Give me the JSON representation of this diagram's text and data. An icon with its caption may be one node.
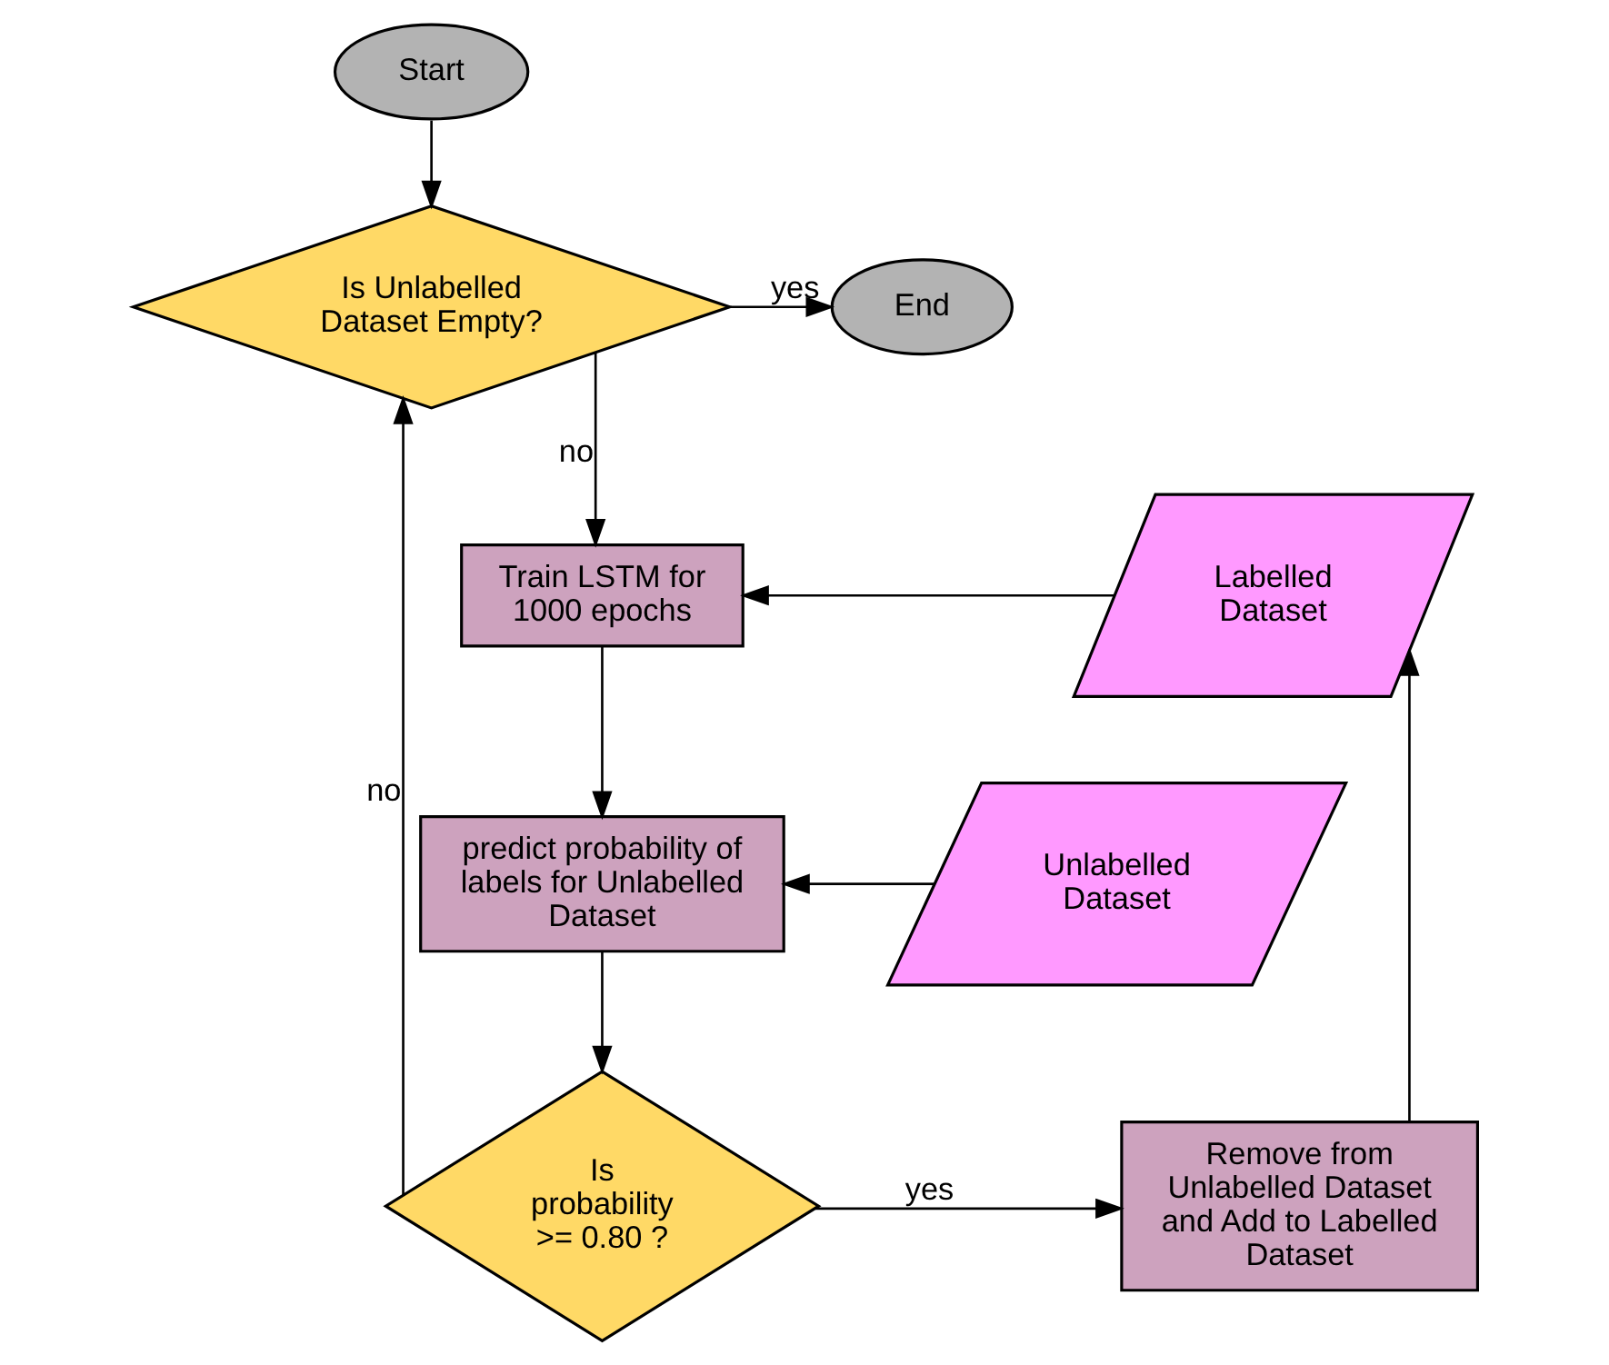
{
  "diagram": {
    "nodes": [
      {
        "text": [
          "Start"
        ]
      },
      {
        "text": [
          "Is Unlabelled Dataset Empty?"
        ]
      },
      {
        "text": [
          "End"
        ]
      },
      {
        "text": [
          "Train LSTM for 1000 epochs"
        ]
      },
      {
        "text": [
          "Labelled Dataset"
        ]
      },
      {
        "text": [
          "Unlabelled Dataset"
        ]
      },
      {
        "text": [
          "predict probability of labels for Unlabelled Dataset"
        ]
      },
      {
        "text": [
          "Is probability >= 0.80 ?"
        ]
      },
      {
        "text": [
          "Remove from Unlabelled Dataset and Add to Labelled Dataset"
        ]
      }
    ],
    "edges": [
      {
        "from": 0,
        "to": 1,
        "arrow": "to"
      },
      {
        "from": 1,
        "to": 2,
        "arrow": "to",
        "label": "yes"
      },
      {
        "from": 1,
        "to": 3,
        "arrow": "to",
        "label": "no"
      },
      {
        "from": 4,
        "to": 3,
        "arrow": "to"
      },
      {
        "from": 3,
        "to": 6,
        "arrow": "to"
      },
      {
        "from": 5,
        "to": 6,
        "arrow": "to"
      },
      {
        "from": 6,
        "to": 7,
        "arrow": "to"
      },
      {
        "from": 7,
        "to": 8,
        "arrow": "to",
        "label": "yes"
      },
      {
        "from": 8,
        "to": 4,
        "arrow": "to"
      },
      {
        "from": 7,
        "to": 1,
        "arrow": "to",
        "label": "no"
      }
    ]
  }
}
